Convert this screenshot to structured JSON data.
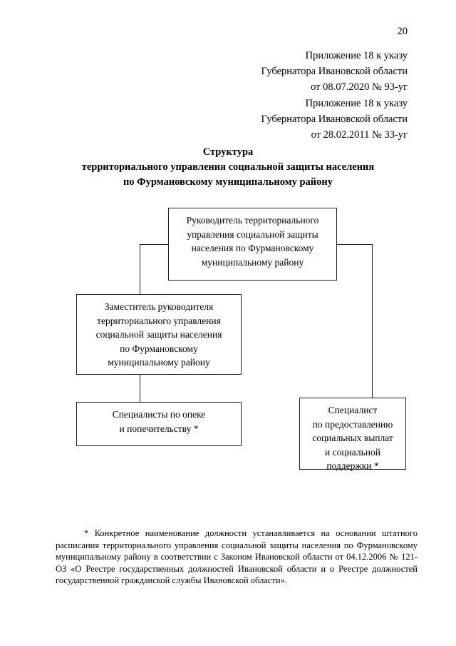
{
  "document": {
    "page_number": "20",
    "appendix_references": [
      {
        "lines": [
          "Приложение 18 к указу",
          "Губернатора Ивановской области",
          "от 08.07.2020 № 93-уг"
        ]
      },
      {
        "lines": [
          "Приложение 18 к указу",
          "Губернатора Ивановской области",
          "от 28.02.2011 № 33-уг"
        ]
      }
    ],
    "title": [
      "Структура",
      "территориального управления социальной защиты населения",
      "по Фурмановскому муниципальному району"
    ],
    "footnote": "* Конкретное наименование должности устанавливается на основании штатного расписания территориального управления социальной защиты населения по Фурмановскому муниципальному району в соответствии с Законом Ивановской области от 04.12.2006 № 121-ОЗ «О Реестре государственных должностей Ивановской области и о Реестре должностей государственной гражданской службы Ивановской области»."
  },
  "org_chart": {
    "nodes": [
      {
        "id": "head",
        "lines": [
          "Руководитель территориального",
          "управления социальной защиты",
          "населения по Фурмановскому",
          "муниципальному району"
        ]
      },
      {
        "id": "deputy",
        "lines": [
          "Заместитель руководителя",
          "территориального управления",
          "социальной защиты населения",
          "по Фурмановскому",
          "муниципальному району"
        ]
      },
      {
        "id": "guardianship",
        "lines": [
          "Специалисты по опеке",
          "и попечительству *"
        ]
      },
      {
        "id": "payments",
        "lines": [
          "Специалист",
          "по предоставлению",
          "социальных выплат",
          "и социальной",
          "поддержки *"
        ]
      }
    ]
  },
  "colors": {
    "ink": "#231f20",
    "paper": "#ffffff"
  }
}
